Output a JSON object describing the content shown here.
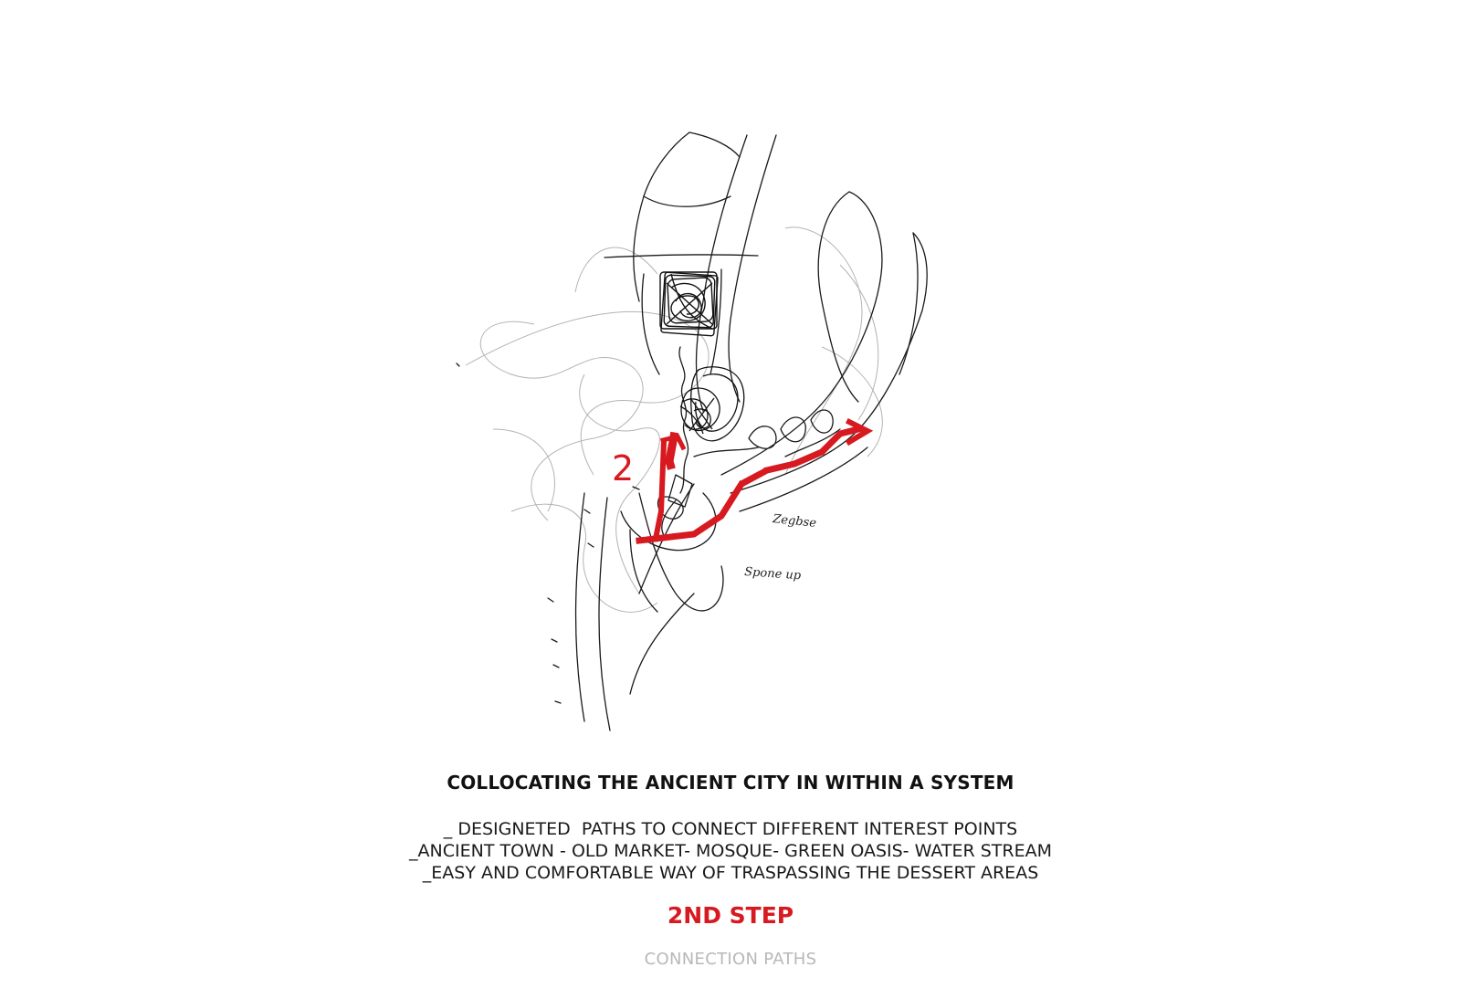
{
  "diagram": {
    "step_number": "2",
    "annotation_1": "Zegbse",
    "annotation_2": "Spone up"
  },
  "caption": {
    "title": "COLLOCATING THE ANCIENT CITY IN WITHIN A SYSTEM",
    "bullets": [
      "_ DESIGNETED  PATHS TO CONNECT DIFFERENT INTEREST POINTS",
      "_ANCIENT TOWN - OLD MARKET- MOSQUE- GREEN OASIS- WATER STREAM",
      "_EASY AND COMFORTABLE WAY OF TRASPASSING THE DESSERT AREAS"
    ],
    "step": "2ND STEP",
    "subtitle": "CONNECTION PATHS"
  },
  "colors": {
    "accent": "#d71920",
    "ink": "#111111",
    "muted": "#b8b8b8"
  }
}
